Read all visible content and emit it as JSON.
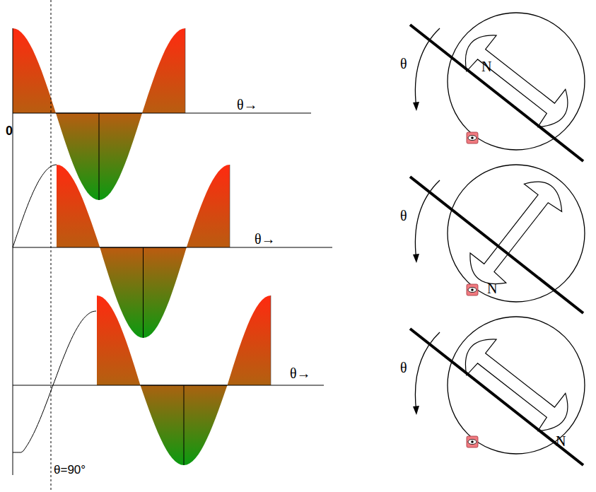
{
  "diagram": {
    "labels": [
      "θ→",
      "θ→",
      "θ→",
      "0",
      "θ=90°",
      "θ",
      "θ",
      "θ",
      "N",
      "N",
      "N"
    ]
  }
}
